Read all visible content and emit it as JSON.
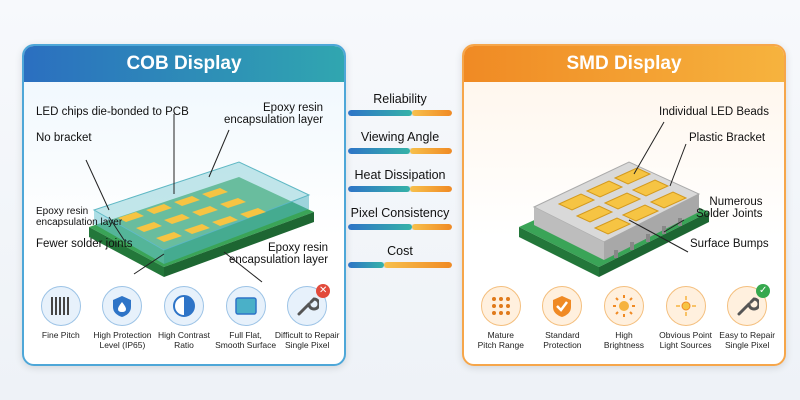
{
  "cob": {
    "title": "COB Display",
    "callouts": {
      "led_chips": "LED chips die-bonded to PCB",
      "epoxy_top": "Epoxy resin\nencapsulation layer",
      "no_bracket": "No bracket",
      "epoxy_left": "Epoxy resin\nencapsulation layer",
      "fewer_joints": "Fewer solder joints",
      "epoxy_bottom": "Epoxy resin\nencapsulation layer"
    },
    "features": [
      {
        "icon": "fine-pitch-icon",
        "label": "Fine Pitch"
      },
      {
        "icon": "water-drop-shield-icon",
        "label": "High Protection\nLevel (IP65)"
      },
      {
        "icon": "contrast-icon",
        "label": "High Contrast\nRatio"
      },
      {
        "icon": "flat-surface-icon",
        "label": "Full Flat,\nSmooth Surface"
      },
      {
        "icon": "wrench-icon",
        "label": "Difficult to Repair\nSingle Pixel",
        "badge": "✕"
      }
    ]
  },
  "smd": {
    "title": "SMD Display",
    "callouts": {
      "beads": "Individual LED Beads",
      "bracket": "Plastic Bracket",
      "joints": "Numerous\nSolder Joints",
      "bumps": "Surface Bumps"
    },
    "features": [
      {
        "icon": "dot-grid-icon",
        "label": "Mature\nPitch Range"
      },
      {
        "icon": "shield-check-icon",
        "label": "Standard\nProtection"
      },
      {
        "icon": "sun-icon",
        "label": "High\nBrightness"
      },
      {
        "icon": "point-light-icon",
        "label": "Obvious Point\nLight Sources"
      },
      {
        "icon": "wrench-icon",
        "label": "Easy to Repair\nSingle Pixel",
        "badge": "✓"
      }
    ]
  },
  "comparison": [
    {
      "label": "Reliability",
      "cob": 0.62,
      "smd": 0.38
    },
    {
      "label": "Viewing Angle",
      "cob": 0.6,
      "smd": 0.4
    },
    {
      "label": "Heat Dissipation",
      "cob": 0.6,
      "smd": 0.4
    },
    {
      "label": "Pixel Consistency",
      "cob": 0.62,
      "smd": 0.38
    },
    {
      "label": "Cost",
      "cob": 0.35,
      "smd": 0.65
    }
  ],
  "colors": {
    "cob_accent": "#2b6fc0",
    "smd_accent": "#f08a24",
    "pcb_green": "#2f9a4a",
    "chip_yellow": "#f6c443"
  }
}
